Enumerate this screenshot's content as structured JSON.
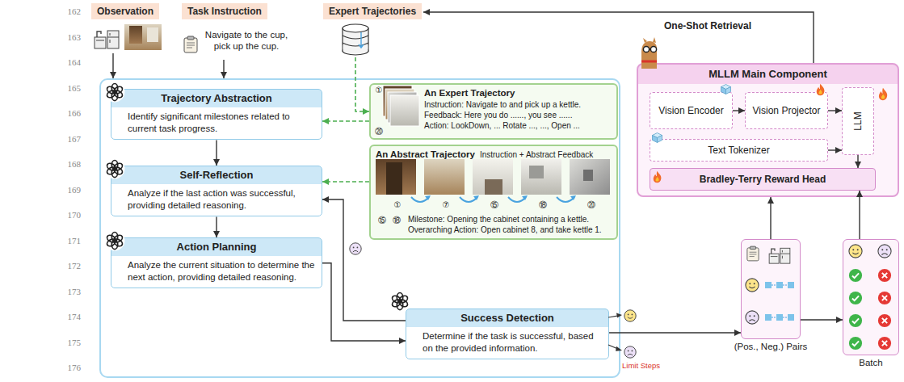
{
  "diagram": {
    "nodes": [
      {
        "text": [
          "Observation"
        ]
      },
      {
        "text": [
          "Task Instruction",
          "Navigate to the cup, pick up the cup."
        ]
      },
      {
        "text": [
          "Expert Trajectories"
        ]
      },
      {
        "text": []
      },
      {
        "text": [
          "Trajectory Abstraction",
          "Identify significant milestones related to current task progress."
        ],
        "in": 3
      },
      {
        "text": [
          "Self-Reflection",
          "Analyze if the last action was successful, providing detailed reasoning."
        ],
        "in": 3
      },
      {
        "text": [
          "Action Planning",
          "Analyze the current situation to determine the next action, providing detailed reasoning."
        ],
        "in": 3
      },
      {
        "text": [
          "An Expert Trajectory",
          "Instruction: Navigate to and pick up a kettle.",
          "Feedback: Here you do ......, you see ......",
          "Action: LookDown, ... Rotate ..., ..., Open ..."
        ],
        "in": 3
      },
      {
        "text": [
          "An Abstract Trajectory",
          "Instruction + Abstract Feedback",
          "Milestone: Opening the cabinet containing a kettle.",
          "Overarching Action: Open cabinet 8, and take kettle 1."
        ],
        "in": 3
      },
      {
        "text": [
          "Success Detection",
          "Determine if the task is successful, based on the provided information."
        ],
        "in": 3
      },
      {
        "text": [
          "MLLM Main Component"
        ]
      },
      {
        "text": [
          "Vision Encoder"
        ],
        "in": 10
      },
      {
        "text": [
          "Vision Projector"
        ],
        "in": 10
      },
      {
        "text": [
          "LLM"
        ],
        "in": 10
      },
      {
        "text": [
          "Text Tokenizer"
        ],
        "in": 10
      },
      {
        "text": [
          "Bradley-Terry Reward Head"
        ],
        "in": 10
      },
      {
        "text": [
          "(Pos., Neg.) Pairs"
        ]
      },
      {
        "text": [
          "Batch"
        ]
      }
    ],
    "edges": [
      {
        "from": 0,
        "to": 3,
        "arrow": "to"
      },
      {
        "from": 1,
        "to": 3,
        "arrow": "to"
      },
      {
        "from": 2,
        "to": 7,
        "arrow": "to"
      },
      {
        "from": 4,
        "to": 5,
        "arrow": "to"
      },
      {
        "from": 5,
        "to": 6,
        "arrow": "to"
      },
      {
        "from": 6,
        "to": 9,
        "arrow": "to"
      },
      {
        "from": 9,
        "to": 5,
        "arrow": "to"
      },
      {
        "from": 7,
        "to": 4,
        "arrow": "to"
      },
      {
        "from": 8,
        "to": 5,
        "arrow": "to"
      },
      {
        "from": 9,
        "to": 16,
        "arrow": "to"
      },
      {
        "from": 16,
        "to": 17,
        "arrow": "to"
      },
      {
        "from": 17,
        "to": 15,
        "arrow": "to"
      },
      {
        "from": 16,
        "to": 10,
        "arrow": "to"
      },
      {
        "from": 10,
        "to": 2,
        "label": "One-Shot Retrieval",
        "arrow": "to"
      },
      {
        "from": 11,
        "to": 12,
        "arrow": "to"
      },
      {
        "from": 12,
        "to": 13,
        "arrow": "to"
      },
      {
        "from": 14,
        "to": 13,
        "arrow": "to"
      },
      {
        "from": 13,
        "to": 15,
        "arrow": "to"
      }
    ],
    "labels": [
      "162",
      "163",
      "164",
      "165",
      "166",
      "167",
      "168",
      "169",
      "170",
      "171",
      "172",
      "173",
      "174",
      "175",
      "176",
      "①",
      "⑳",
      "①",
      "⑦",
      "⑮",
      "⑱",
      "⑳",
      "⑮",
      "⑱",
      "Limit Steps"
    ]
  }
}
